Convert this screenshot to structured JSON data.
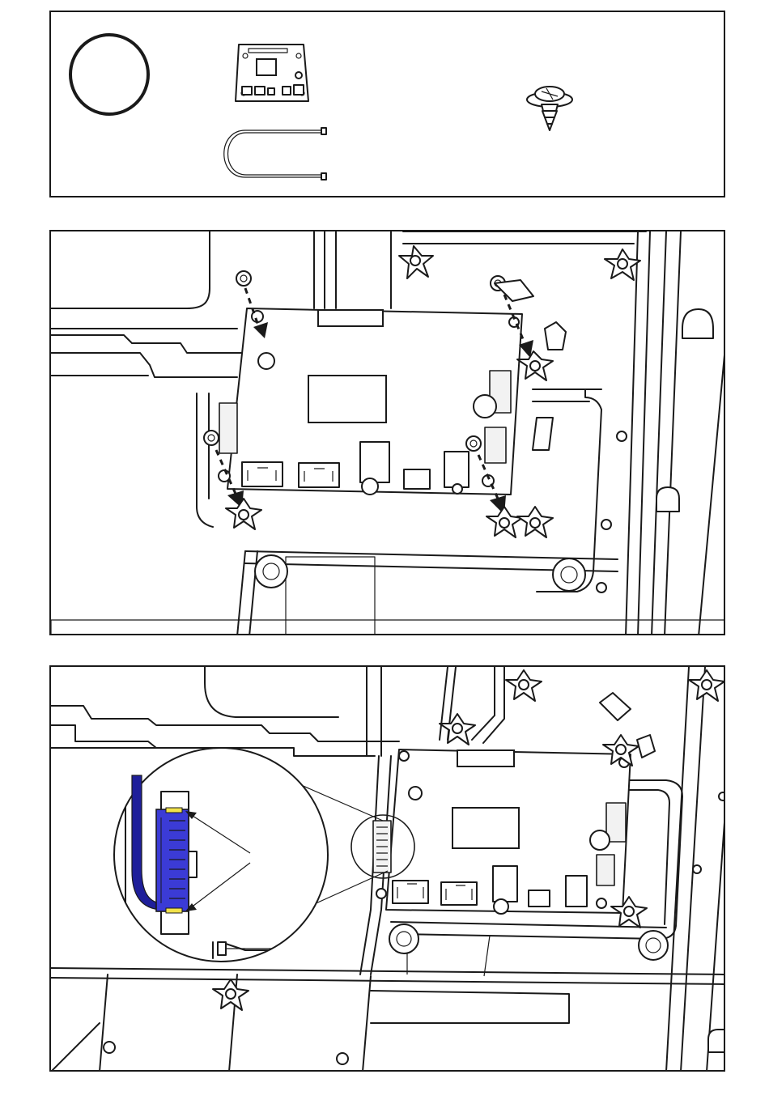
{
  "figure": {
    "panels": [
      {
        "id": "parts",
        "description_icons": [
          "ring-icon",
          "board-icon",
          "cable-icon",
          "screw-icon"
        ]
      },
      {
        "id": "mount",
        "description_icons": [
          "board-icon",
          "screw-icon",
          "arrow-down-icon"
        ]
      },
      {
        "id": "connect",
        "description_icons": [
          "magnifier-icon",
          "connector-icon",
          "pointer-arrow-icon"
        ]
      }
    ],
    "colors": {
      "line": "#1a1a1a",
      "background": "#ffffff",
      "connector_blue": "#3b3bd6",
      "connector_dark": "#1f1f9a",
      "contact_yellow": "#f2e24a"
    }
  }
}
